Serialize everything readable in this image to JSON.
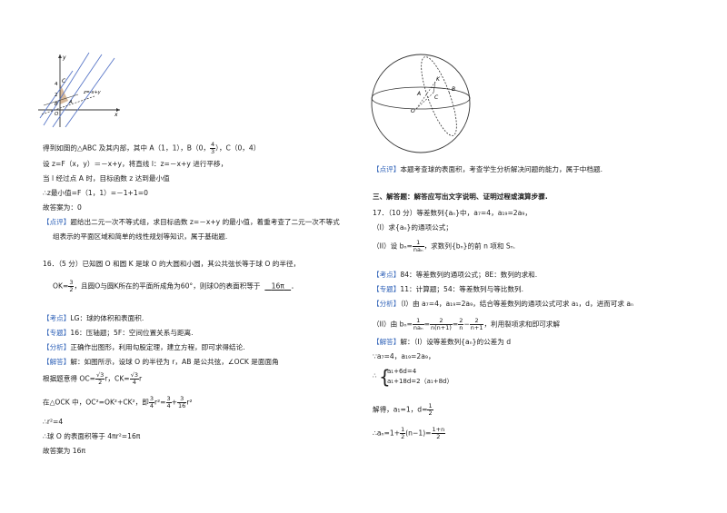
{
  "left": {
    "graph_labels": {
      "x": "x",
      "y": "y",
      "c": "C",
      "four": "4",
      "two": "2",
      "b": "B",
      "a": "A",
      "o": "O",
      "z": "z=-x+y"
    },
    "l1": "得到如图的△ABC 及其内部，其中 A（1，1），B（0，",
    "l1_frac_n": "4",
    "l1_frac_d": "3",
    "l1_end": "），C（0，4）",
    "l2": "设 z=F（x，y）＝－x+y，将直线 l：z=－x+y 进行平移，",
    "l3": "当 l 经过点 A 时，目标函数 z 达到最小值",
    "l4": "∴z最小值=F（1，1）=－1+1=0",
    "l5": "故答案为：0",
    "l6_tag": "【点评】",
    "l6": "题给出二元一次不等式组，求目标函数 z=－x+y 的最小值，着重考查了二元一次不等式",
    "l7": "组表示的平面区域和简单的线性规划等知识，属于基础题.",
    "q16": "16．（5 分）已知圆 O 和圆 K 是球 O 的大圆和小圆，其公共弦长等于球 O 的半径，",
    "q16b_pre": "OK=",
    "q16b_fn": "3",
    "q16b_fd": "2",
    "q16b": "，且圆O与圆K所在的平面所成角为60°，则球O的表面积等于",
    "q16b_ans": "16π",
    "q16b_end": "．",
    "kd_tag": "【考点】",
    "kd": "LG：球的体积和表面积.",
    "zt_tag": "【专题】",
    "zt": "16：压轴题；5F：空间位置关系与距离.",
    "fx_tag": "【分析】",
    "fx": "正确作出图形，利用勾股定理，建立方程，即可求得结论.",
    "jd_tag": "【解答】",
    "jd": "解：如图所示，设球 O 的半径为 r，AB 是公共弦，∠OCK 是面面角",
    "m1": "根据题意得 OC=",
    "m1_f1n": "√3",
    "m1_f1d": "2",
    "m1_mid": "r，CK=",
    "m1_f2n": "√3",
    "m1_f2d": "4",
    "m1_end": "r",
    "m2": "在△OCK 中，OC²=OK²+CK²，即",
    "m2_f1n": "3",
    "m2_f1d": "4",
    "m2_mid": "r²=",
    "m2_f2n": "3",
    "m2_f2d": "4",
    "m2_plus": "+",
    "m2_f3n": "3",
    "m2_f3d": "16",
    "m2_end": "r²",
    "m3": "∴r²=4",
    "m4": "∴球 O 的表面积等于 4πr²=16π",
    "m5": "故答案为 16π"
  },
  "right": {
    "sphere_labels": {
      "k": "K",
      "b": "B",
      "a": "A",
      "c": "C",
      "o": "O"
    },
    "dp_tag": "【点评】",
    "dp": "本题考查球的表面积，考查学生分析解决问题的能力，属于中档题.",
    "section": "三、解答题：解答应写出文字说明、证明过程或演算步骤.",
    "q17": "17．（10 分）等差数列{aₙ}中，a₇=4，a₁₉=2a₉，",
    "q17_1": "（I）求{aₙ}的通项公式；",
    "q17_2_pre": "（II）设 bₙ=",
    "q17_2_fn": "1",
    "q17_2_fd": "naₙ",
    "q17_2": "，求数列{bₙ}的前 n 项和 Sₙ.",
    "kd_tag": "【考点】",
    "kd": "84：等差数列的通项公式；8E：数列的求和.",
    "zt_tag": "【专题】",
    "zt": "11：计算题；54：等差数列与等比数列.",
    "fx_tag": "【分析】",
    "fx": "（I）由 a₇=4，a₁₉=2a₉，结合等差数列的通项公式可求 a₁，d，进而可求 aₙ",
    "fx2_pre": "（II）由 bₙ=",
    "fx2_f1n": "1",
    "fx2_f1d": "naₙ",
    "fx2_eq": "=",
    "fx2_f2n": "2",
    "fx2_f2d": "n(n+1)",
    "fx2_eq2": "=",
    "fx2_f3n": "2",
    "fx2_f3d": "n",
    "fx2_minus": "−",
    "fx2_f4n": "2",
    "fx2_f4d": "n+1",
    "fx2_end": "，利用裂项求和即可求解",
    "jd_tag": "【解答】",
    "jd": "解：（I）设等差数列{aₙ}的公差为 d",
    "s1": "∵a₇=4，a₁₉=2a₉，",
    "s2a": "a₁+6d=4",
    "s2b": "a₁+18d=2（a₁+8d）",
    "s2_pre": "∴",
    "s3": "解得，a₁=1，d=",
    "s3_fn": "1",
    "s3_fd": "2",
    "s4": "∴aₙ=1+",
    "s4_f1n": "1",
    "s4_f1d": "2",
    "s4_mid": "(n−1)=",
    "s4_f2n": "1+n",
    "s4_f2d": "2"
  }
}
